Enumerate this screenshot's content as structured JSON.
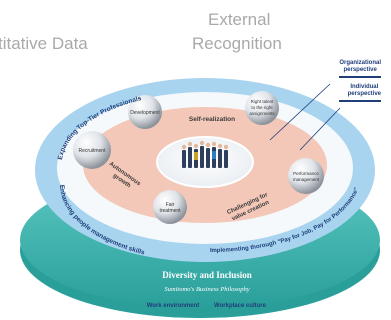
{
  "header": {
    "left_text": "titative Data",
    "right_line1": "External",
    "right_line2": "Recognition"
  },
  "legend": {
    "organizational": [
      "Organizational",
      "perspective"
    ],
    "individual": [
      "Individual",
      "perspective"
    ]
  },
  "outer_ring": {
    "top_left": "Expanding Top-Tier Professionals",
    "right": "Implementing thorough \"Pay for Job, Pay for Performance\"",
    "left": "Enhancing people management skills"
  },
  "nodes": {
    "development": "Development",
    "right_talent": [
      "Right talent",
      "to the right",
      "assignments"
    ],
    "recruitment": "Recruitment",
    "performance": [
      "Performance",
      "management"
    ],
    "fair": [
      "Fair",
      "treatment"
    ]
  },
  "inner_ring": {
    "self_realization": "Self-realization",
    "autonomous": [
      "Autonomous",
      "growth"
    ],
    "challenging": [
      "Challenging for",
      "value creation"
    ]
  },
  "base": {
    "diversity": "Diversity and Inclusion",
    "philosophy": "Sumitomo's Business Philosophy",
    "work_env": "Work environment",
    "workplace_culture": "Workplace culture"
  },
  "colors": {
    "teal": "#3db8b4",
    "teal_dark": "#2a9f9a",
    "blue_ring": "#a9d4ef",
    "blue_mid": "#cfe6f7",
    "salmon": "#f3c8b8",
    "navy_text": "#1f3e7a"
  }
}
